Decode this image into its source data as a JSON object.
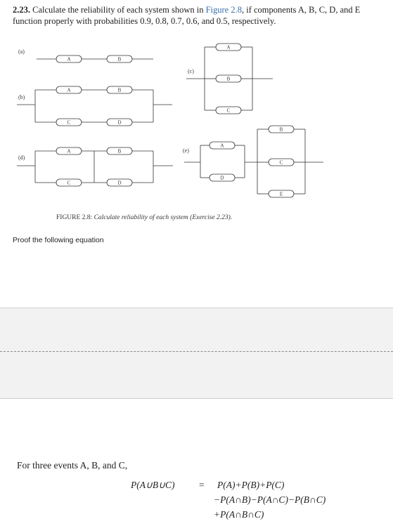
{
  "problem": {
    "number": "2.23.",
    "text_before_link": " Calculate the reliability of each system shown in ",
    "link": "Figure 2.8",
    "text_after_link": ", if components A, B, C, D, and E function properly with probabilities 0.9, 0.8, 0.7, 0.6, and 0.5, respectively."
  },
  "figure": {
    "labels": {
      "a": "(a)",
      "b": "(b)",
      "c": "(c)",
      "d": "(d)",
      "e": "(e)"
    },
    "components": {
      "A": "A",
      "B": "B",
      "C": "C",
      "D": "D",
      "E": "E"
    },
    "caption_label": "FIGURE 2.8:",
    "caption_text": " Calculate reliability of each system (Exercise 2.23)."
  },
  "proof_prompt": "Proof the following equation",
  "formula": {
    "intro": "For three events A, B, and C,",
    "lhs": "P(A∪B∪C)",
    "sign": "=",
    "rhs_line1": "P(A)+P(B)+P(C)",
    "rhs_line2": "−P(A∩B)−P(A∩C)−P(B∩C)",
    "rhs_line3": "+P(A∩B∩C)"
  }
}
